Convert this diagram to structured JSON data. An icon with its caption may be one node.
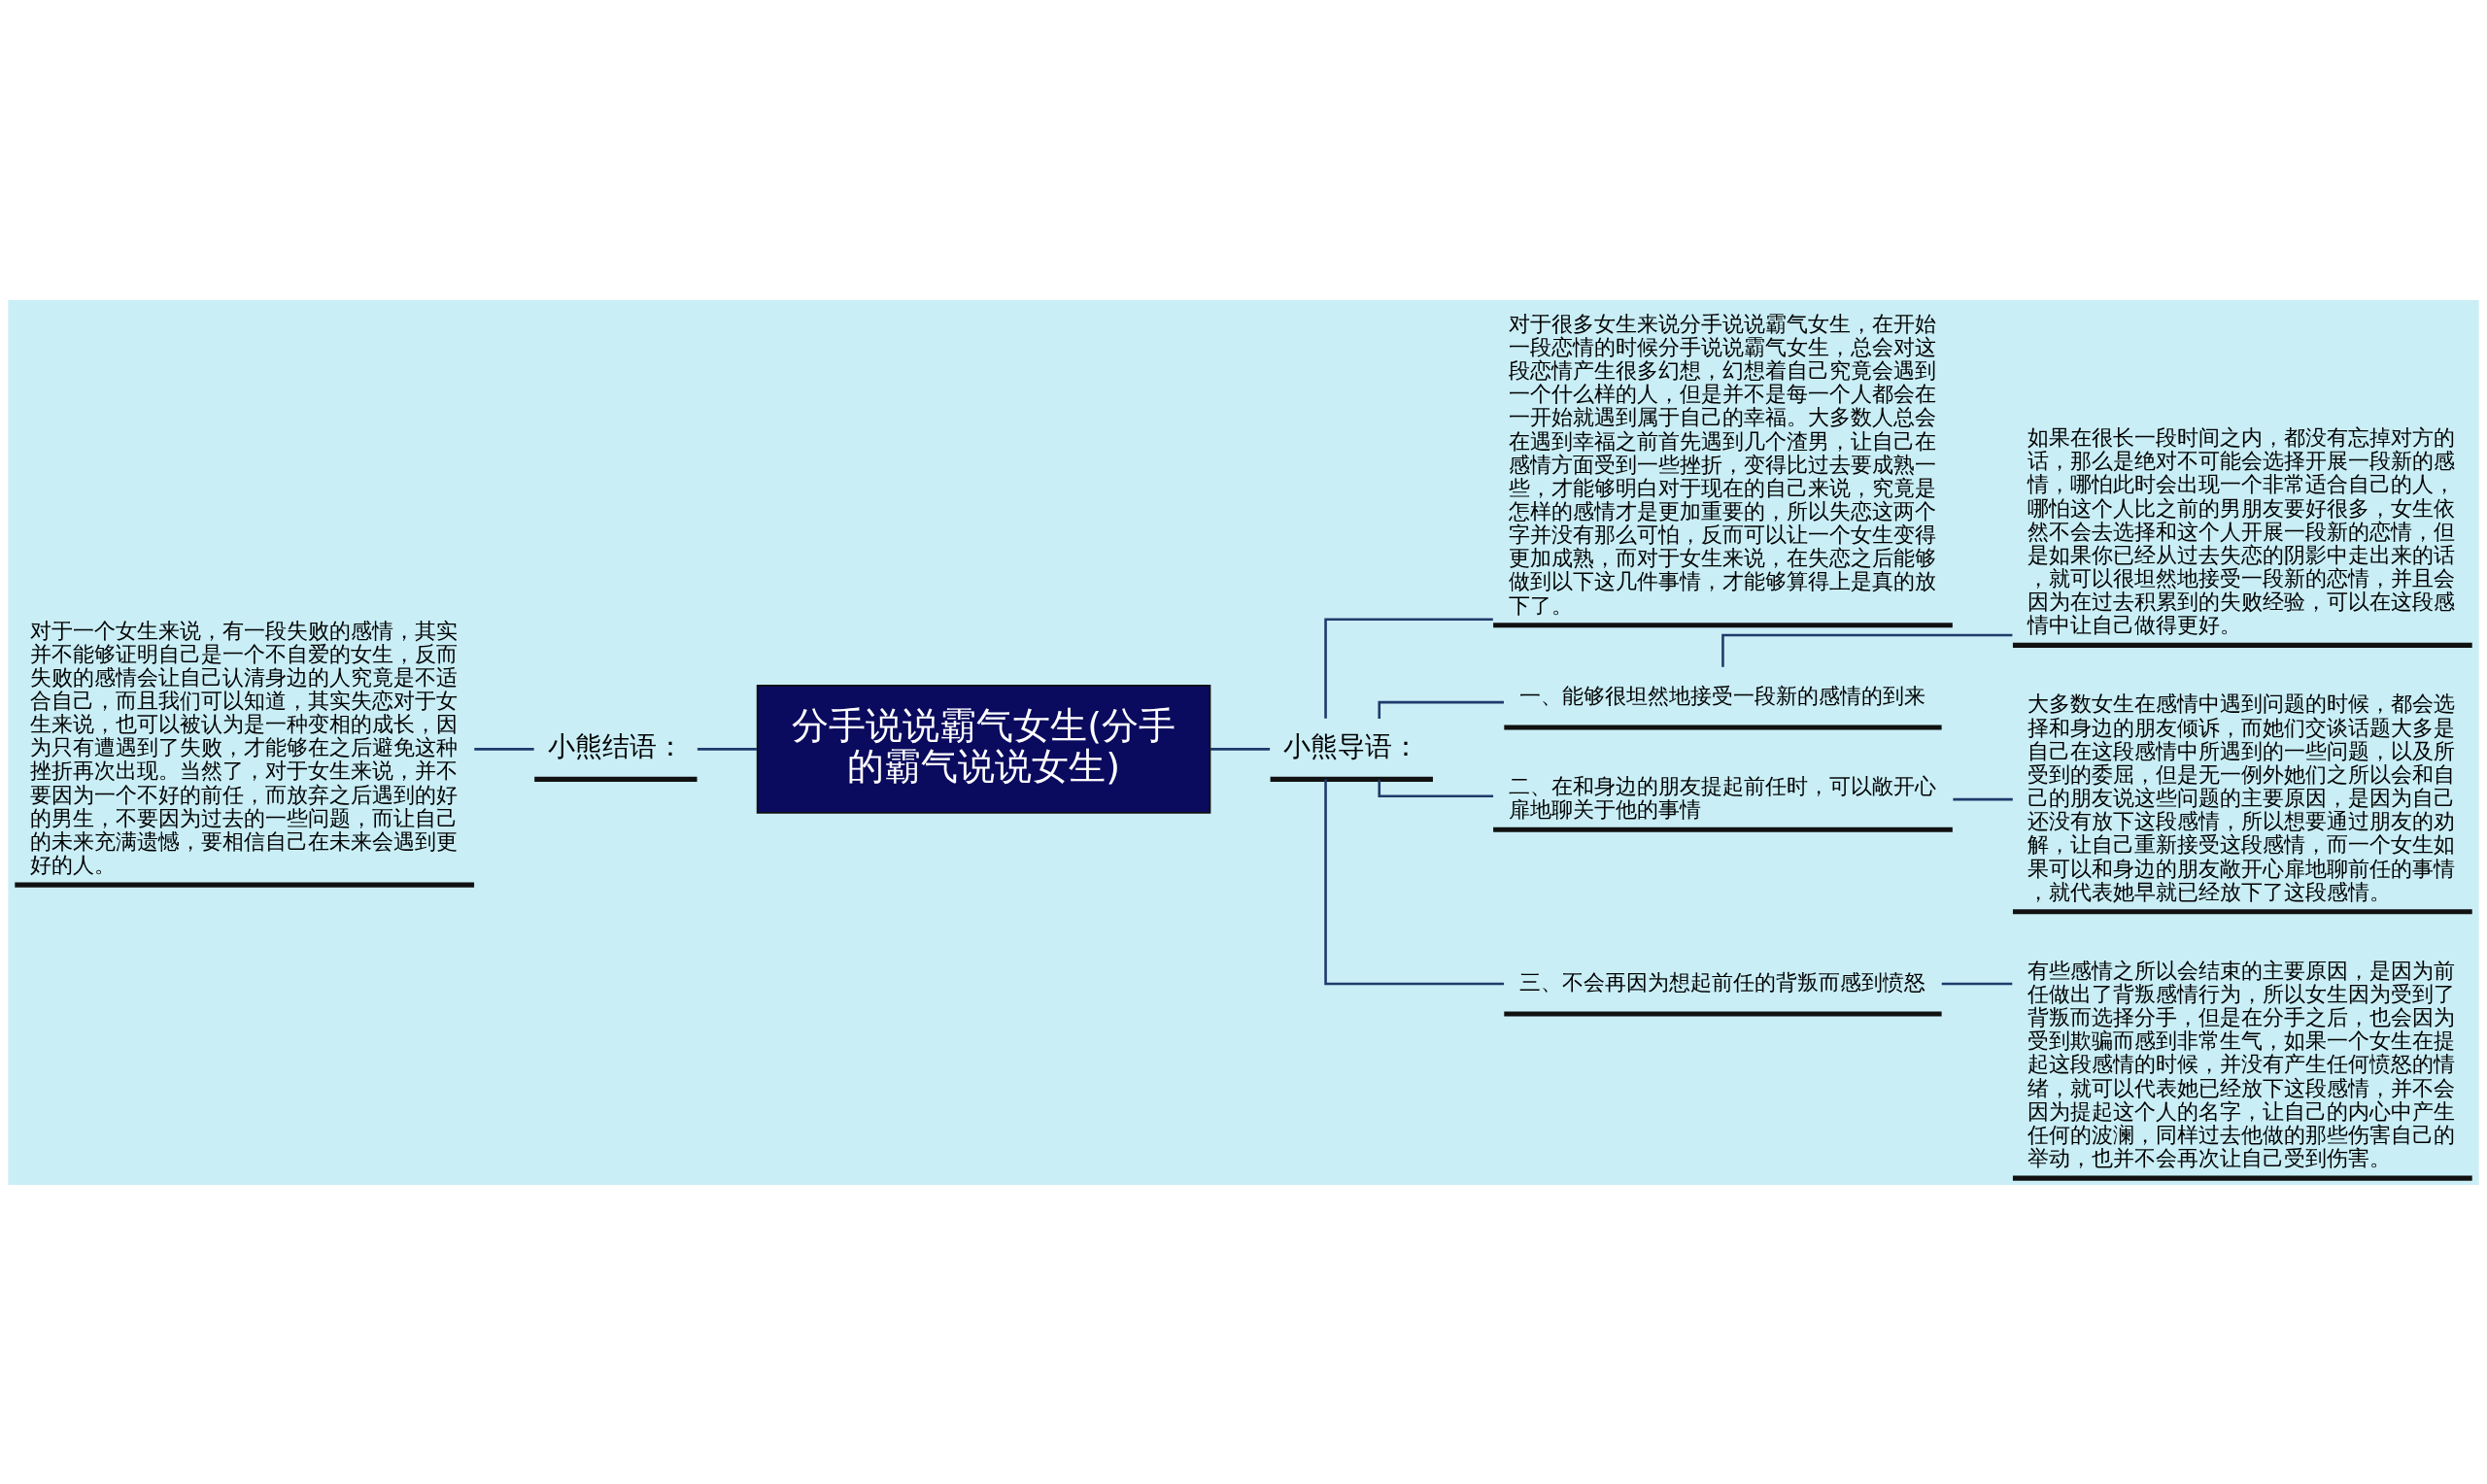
{
  "diagram": {
    "nodes": [
      {
        "text": [
          "分手说说霸气女生(分手的霸气说说女生)"
        ]
      },
      {
        "text": [
          "小熊导语："
        ]
      },
      {
        "text": [
          "对于很多女生来说分手说说霸气女生，在开始一段恋情的时候分手说说霸气女生，总会对这段恋情产生很多幻想，幻想着自己究竟会遇到一个什么样的人，但是并不是每一个人都会在一开始就遇到属于自己的幸福。大多数人总会在遇到幸福之前首先遇到几个渣男，让自己在感情方面受到一些挫折，变得比过去要成熟一些，才能够明白对于现在的自己来说，究竟是怎样的感情才是更加重要的，所以失恋这两个字并没有那么可怕，反而可以让一个女生变得更加成熟，而对于女生来说，在失恋之后能够做到以下这几件事情，才能够算得上是真的放下了。"
        ]
      },
      {
        "text": [
          "一、能够很坦然地接受一段新的感情的到来"
        ]
      },
      {
        "text": [
          "如果在很长一段时间之内，都没有忘掉对方的话，那么是绝对不可能会选择开展一段新的感情，哪怕此时会出现一个非常适合自己的人，哪怕这个人比之前的男朋友要好很多，女生依然不会去选择和这个人开展一段新的恋情，但是如果你已经从过去失恋的阴影中走出来的话，就可以很坦然地接受一段新的恋情，并且会因为在过去积累到的失败经验，可以在这段感情中让自己做得更好。"
        ]
      },
      {
        "text": [
          "二、在和身边的朋友提起前任时，可以敞开心扉地聊关于他的事情"
        ]
      },
      {
        "text": [
          "大多数女生在感情中遇到问题的时候，都会选择和身边的朋友倾诉，而她们交谈话题大多是自己在这段感情中所遇到的一些问题，以及所受到的委屈，但是无一例外她们之所以会和自己的朋友说这些问题的主要原因，是因为自己还没有放下这段感情，所以想要通过朋友的劝解，让自己重新接受这段感情，而一个女生如果可以和身边的朋友敞开心扉地聊前任的事情，就代表她早就已经放下了这段感情。"
        ]
      },
      {
        "text": [
          "三、不会再因为想起前任的背叛而感到愤怒"
        ]
      },
      {
        "text": [
          "有些感情之所以会结束的主要原因，是因为前任做出了背叛感情行为，所以女生因为受到了背叛而选择分手，但是在分手之后，也会因为受到欺骗而感到非常生气，如果一个女生在提起这段感情的时候，并没有产生任何愤怒的情绪，就可以代表她已经放下这段感情，并不会因为提起这个人的名字，让自己的内心中产生任何的波澜，同样过去他做的那些伤害自己的举动，也并不会再次让自己受到伤害。"
        ]
      },
      {
        "text": [
          "小熊结语："
        ]
      },
      {
        "text": [
          "对于一个女生来说，有一段失败的感情，其实并不能够证明自己是一个不自爱的女生，反而失败的感情会让自己认清身边的人究竟是不适合自己，而且我们可以知道，其实失恋对于女生来说，也可以被认为是一种变相的成长，因为只有遭遇到了失败，才能够在之后避免这种挫折再次出现。当然了，对于女生来说，并不要因为一个不好的前任，而放弃之后遇到的好的男生，不要因为过去的一些问题，而让自己的未来充满遗憾，要相信自己在未来会遇到更好的人。"
        ]
      }
    ],
    "edges": [
      {
        "from": 0,
        "to": 1,
        "arrow": "none"
      },
      {
        "from": 1,
        "to": 2,
        "arrow": "none"
      },
      {
        "from": 1,
        "to": 3,
        "arrow": "none"
      },
      {
        "from": 3,
        "to": 4,
        "arrow": "none"
      },
      {
        "from": 1,
        "to": 5,
        "arrow": "none"
      },
      {
        "from": 5,
        "to": 6,
        "arrow": "none"
      },
      {
        "from": 1,
        "to": 7,
        "arrow": "none"
      },
      {
        "from": 7,
        "to": 8,
        "arrow": "none"
      },
      {
        "from": 0,
        "to": 9,
        "arrow": "none"
      },
      {
        "from": 9,
        "to": 10,
        "arrow": "none"
      }
    ]
  }
}
